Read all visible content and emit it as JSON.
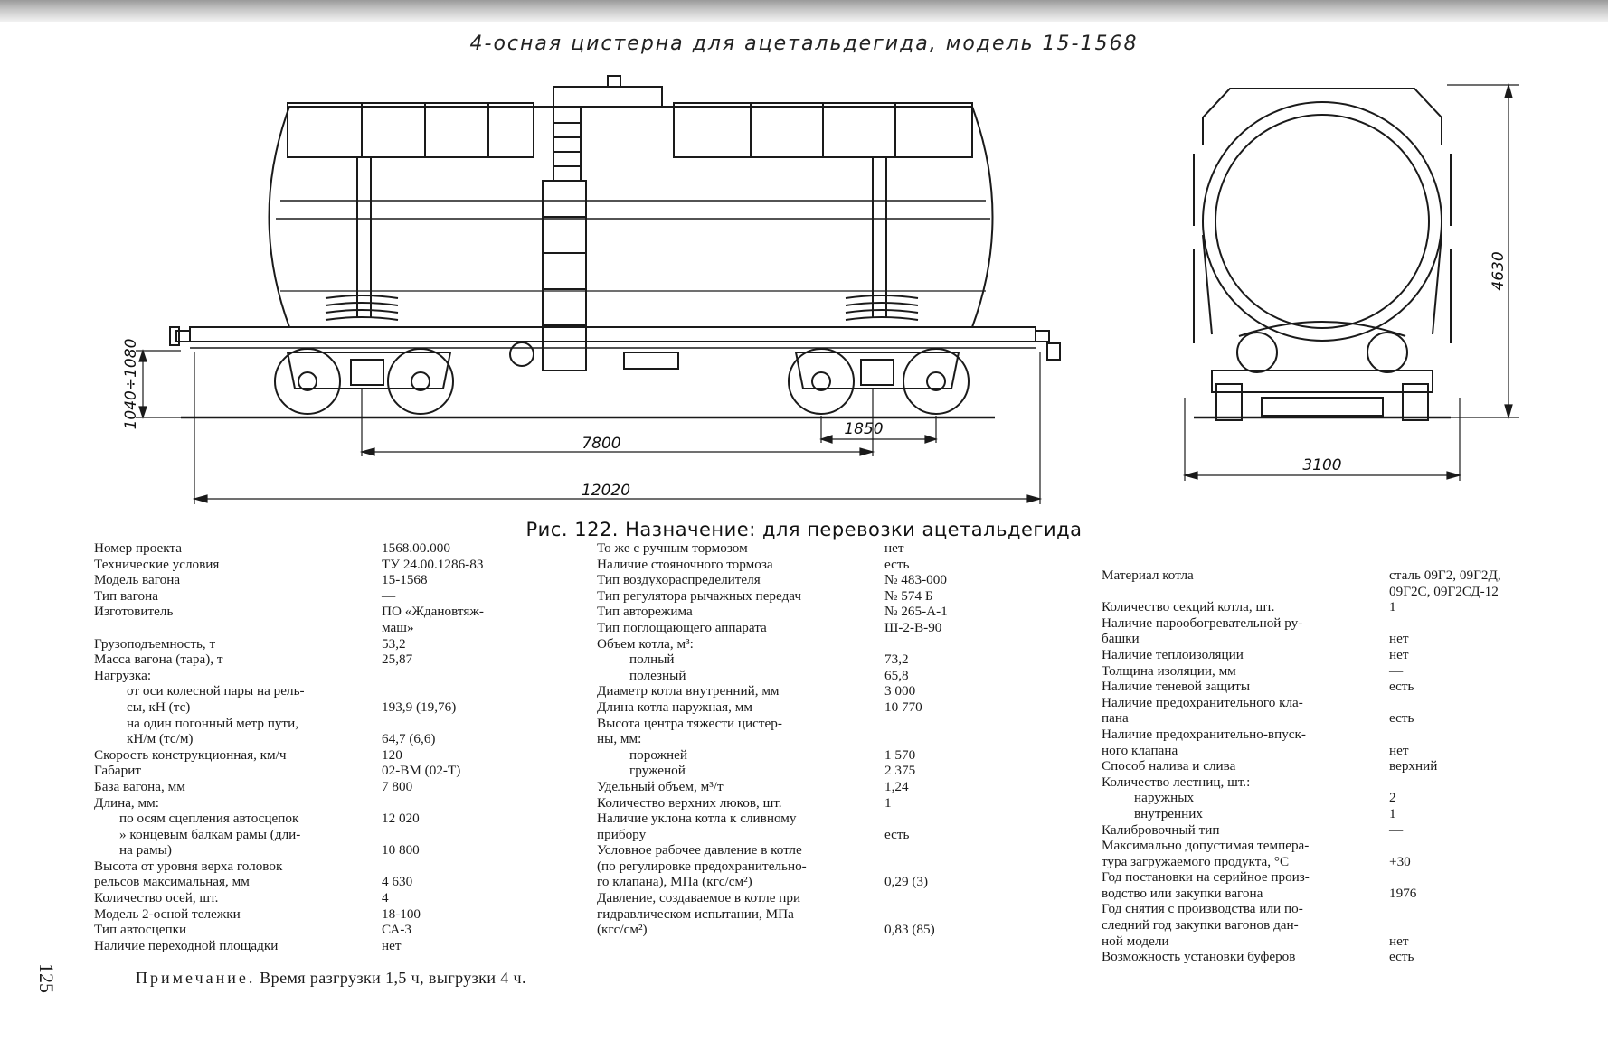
{
  "drawing": {
    "title": "4-осная цистерна для ацетальдегида, модель 15-1568",
    "dimensions": {
      "total_length": "12020",
      "wagon_base": "7800",
      "bogie_base": "1850",
      "coupler_height": "1040÷1080",
      "height": "4630",
      "width": "3100"
    }
  },
  "caption": "Рис. 122. Назначение: для перевозки ацетальдегида",
  "specs_col1": [
    {
      "label": "Номер проекта",
      "value": "1568.00.000"
    },
    {
      "label": "Технические условия",
      "value": "ТУ 24.00.1286-83"
    },
    {
      "label": "Модель вагона",
      "value": "15-1568"
    },
    {
      "label": "Тип вагона",
      "value": "—"
    },
    {
      "label": "Изготовитель",
      "value": "ПО «Ждановтяж-"
    },
    {
      "label": "",
      "value": "маш»"
    },
    {
      "label": "Грузоподъемность, т",
      "value": "53,2"
    },
    {
      "label": "Масса вагона (тара), т",
      "value": "25,87"
    },
    {
      "label": "Нагрузка:",
      "value": ""
    },
    {
      "label": "от оси колесной пары на рель-",
      "value": "",
      "indent": 1
    },
    {
      "label": "сы, кН (тс)",
      "value": "193,9 (19,76)",
      "indent": 1
    },
    {
      "label": "на один погонный метр пути,",
      "value": "",
      "indent": 1
    },
    {
      "label": "кН/м (тс/м)",
      "value": "64,7 (6,6)",
      "indent": 1
    },
    {
      "label": "Скорость конструкционная, км/ч",
      "value": "120"
    },
    {
      "label": "Габарит",
      "value": "02-ВМ (02-Т)"
    },
    {
      "label": "База вагона, мм",
      "value": "7 800"
    },
    {
      "label": "Длина, мм:",
      "value": ""
    },
    {
      "label": "по осям сцепления автосцепок",
      "value": "12 020",
      "indent": 2
    },
    {
      "label": "» концевым балкам рамы (дли-",
      "value": "",
      "indent": 2
    },
    {
      "label": "на рамы)",
      "value": "10 800",
      "indent": 2
    },
    {
      "label": "Высота от уровня верха головок",
      "value": ""
    },
    {
      "label": "рельсов максимальная, мм",
      "value": "4 630"
    },
    {
      "label": "Количество осей, шт.",
      "value": "4"
    },
    {
      "label": "Модель 2-осной тележки",
      "value": "18-100"
    },
    {
      "label": "Тип автосцепки",
      "value": "СА-3"
    },
    {
      "label": "Наличие переходной площадки",
      "value": "нет"
    }
  ],
  "specs_col2": [
    {
      "label": "То же с ручным тормозом",
      "value": "нет"
    },
    {
      "label": "Наличие стояночного тормоза",
      "value": "есть"
    },
    {
      "label": "Тип воздухораспределителя",
      "value": "№ 483-000"
    },
    {
      "label": "Тип регулятора рычажных передач",
      "value": "№ 574 Б"
    },
    {
      "label": "Тип авторежима",
      "value": "№ 265-А-1"
    },
    {
      "label": "Тип поглощающего аппарата",
      "value": "Ш-2-В-90"
    },
    {
      "label": "Объем котла, м³:",
      "value": ""
    },
    {
      "label": "полный",
      "value": "73,2",
      "indent": 1
    },
    {
      "label": "полезный",
      "value": "65,8",
      "indent": 1
    },
    {
      "label": "Диаметр котла внутренний, мм",
      "value": "3 000"
    },
    {
      "label": "Длина котла наружная, мм",
      "value": "10 770"
    },
    {
      "label": "Высота центра тяжести цистер-",
      "value": ""
    },
    {
      "label": "ны, мм:",
      "value": ""
    },
    {
      "label": "порожней",
      "value": "1 570",
      "indent": 1
    },
    {
      "label": "груженой",
      "value": "2 375",
      "indent": 1
    },
    {
      "label": "Удельный объем, м³/т",
      "value": "1,24"
    },
    {
      "label": "Количество верхних люков, шт.",
      "value": "1"
    },
    {
      "label": "Наличие уклона котла к сливному",
      "value": ""
    },
    {
      "label": "прибору",
      "value": "есть"
    },
    {
      "label": "Условное рабочее давление в котле",
      "value": ""
    },
    {
      "label": "(по регулировке предохранительно-",
      "value": ""
    },
    {
      "label": "го клапана), МПа (кгс/см²)",
      "value": "0,29 (3)"
    },
    {
      "label": "Давление, создаваемое в котле при",
      "value": ""
    },
    {
      "label": "гидравлическом испытании, МПа",
      "value": ""
    },
    {
      "label": "(кгс/см²)",
      "value": "0,83 (85)"
    }
  ],
  "specs_col3": [
    {
      "label": "Материал котла",
      "value": "сталь 09Г2, 09Г2Д,"
    },
    {
      "label": "",
      "value": "09Г2С, 09Г2СД-12"
    },
    {
      "label": "Количество секций котла, шт.",
      "value": "1"
    },
    {
      "label": "Наличие парообогревательной ру-",
      "value": ""
    },
    {
      "label": "башки",
      "value": "нет"
    },
    {
      "label": "Наличие теплоизоляции",
      "value": "нет"
    },
    {
      "label": "Толщина изоляции, мм",
      "value": "—"
    },
    {
      "label": "Наличие теневой защиты",
      "value": "есть"
    },
    {
      "label": "Наличие предохранительного кла-",
      "value": ""
    },
    {
      "label": "пана",
      "value": "есть"
    },
    {
      "label": "Наличие предохранительно-впуск-",
      "value": ""
    },
    {
      "label": "ного клапана",
      "value": "нет"
    },
    {
      "label": "Способ налива и слива",
      "value": "верхний"
    },
    {
      "label": "Количество лестниц, шт.:",
      "value": ""
    },
    {
      "label": "наружных",
      "value": "2",
      "indent": 1
    },
    {
      "label": "внутренних",
      "value": "1",
      "indent": 1
    },
    {
      "label": "",
      "value": ""
    },
    {
      "label": "Калибровочный тип",
      "value": "—"
    },
    {
      "label": "Максимально допустимая темпера-",
      "value": ""
    },
    {
      "label": "тура загружаемого продукта, °С",
      "value": "+30"
    },
    {
      "label": "Год постановки на серийное произ-",
      "value": ""
    },
    {
      "label": "водство или закупки вагона",
      "value": "1976"
    },
    {
      "label": "Год снятия с производства или по-",
      "value": ""
    },
    {
      "label": "следний год закупки вагонов дан-",
      "value": ""
    },
    {
      "label": "ной модели",
      "value": "нет"
    },
    {
      "label": "Возможность установки буферов",
      "value": "есть"
    }
  ],
  "note": {
    "label": "Примечание.",
    "text": "Время разгрузки 1,5 ч, выгрузки 4 ч."
  },
  "page_number": "125"
}
